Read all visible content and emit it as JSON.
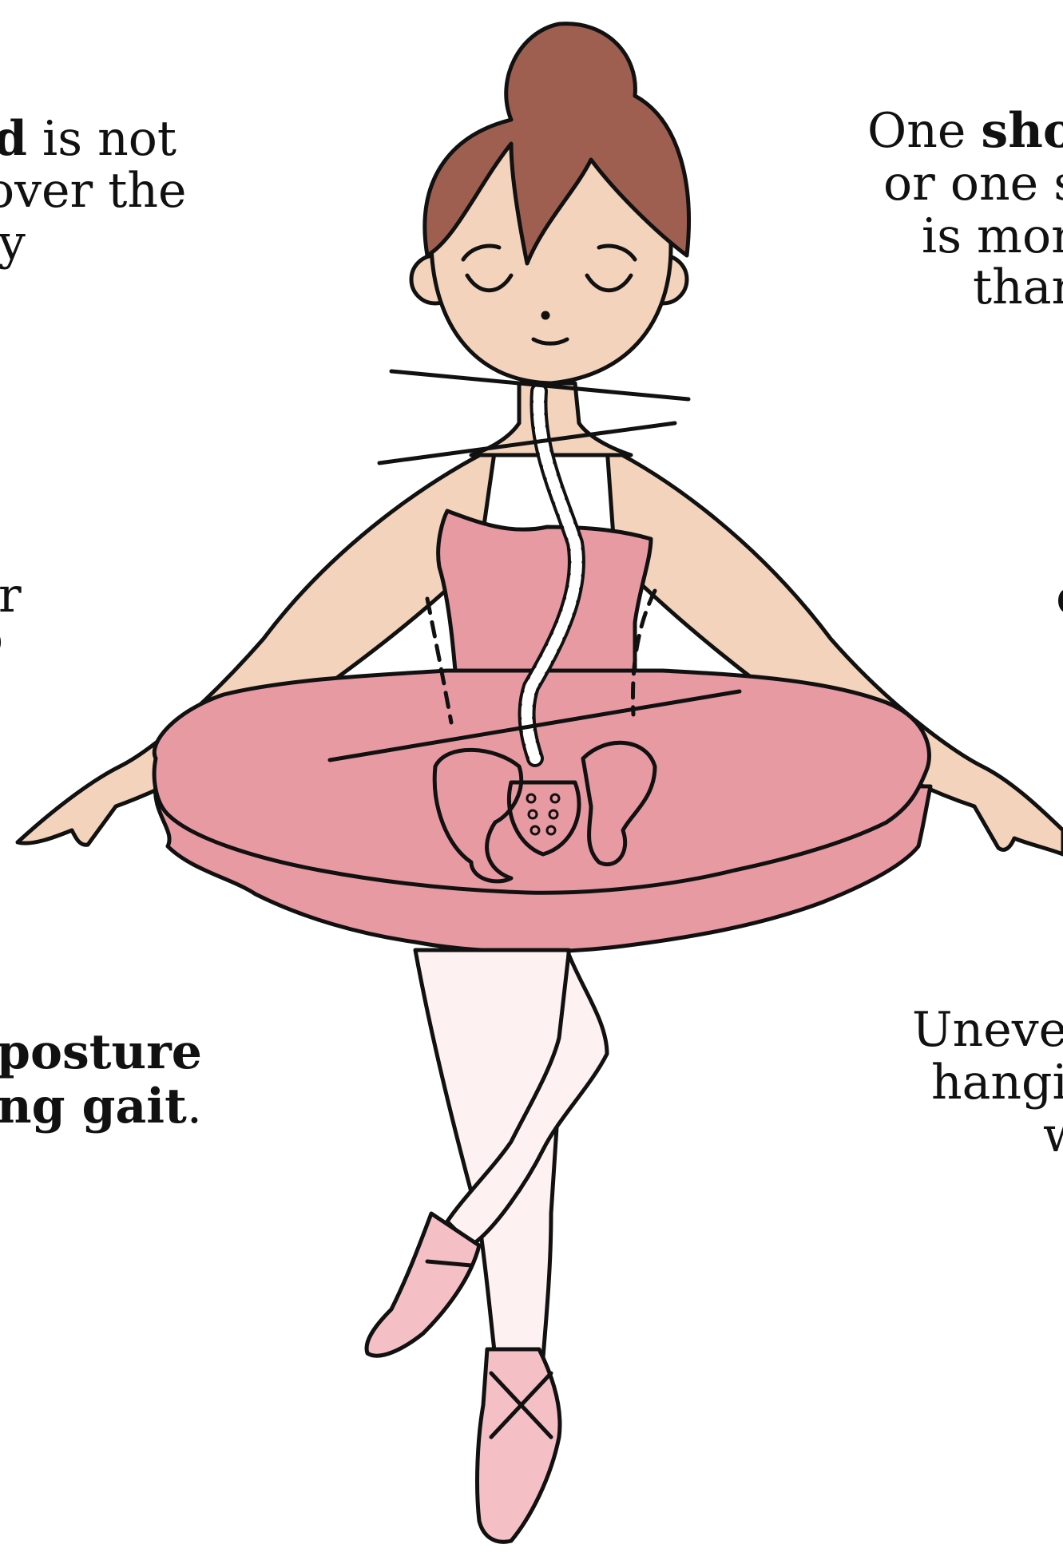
{
  "texts": {
    "head_bold": "d",
    "head_rest": " is not",
    "head_l2": "over the",
    "head_l3": "y",
    "mid_left_l1": "r",
    "mid_left_l2": "o",
    "posture_l1": " posture",
    "posture_l2_bold": "ng gait",
    "posture_l2_end": ".",
    "shoulder_one": "One ",
    "shoulder_bold": "sho",
    "shoulder_l2": "or one s",
    "shoulder_l3": "is mor",
    "shoulder_l4": "thar",
    "mid_right": "c",
    "uneven_l1": "Uneve",
    "uneven_l2": "hangi",
    "uneven_l3": "w"
  },
  "colors": {
    "hair": "#9e5f50",
    "skin": "#f3d3bc",
    "tutu": "#e89aa3",
    "tights": "#fdf1f1",
    "shoes": "#f4c0c6",
    "outline": "#111111"
  }
}
